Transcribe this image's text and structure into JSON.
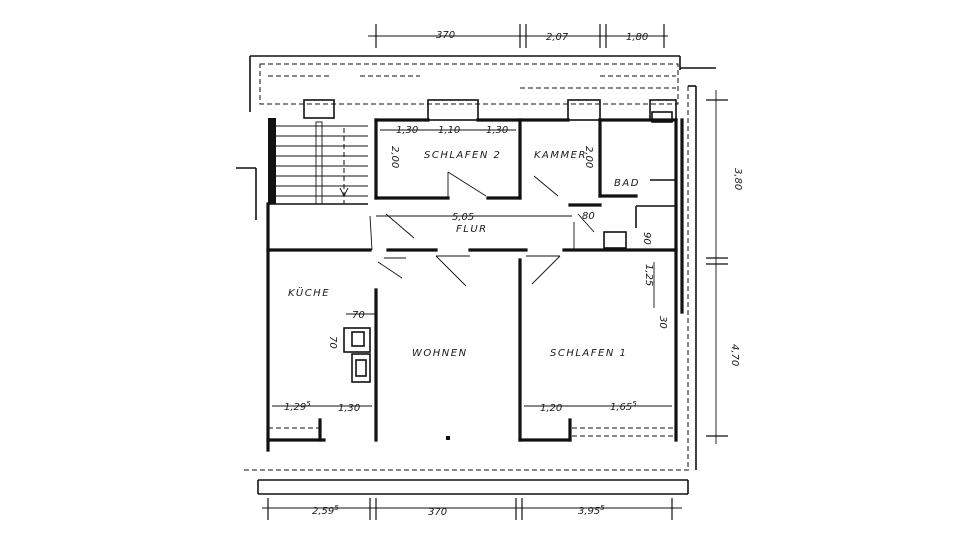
{
  "rooms": {
    "schlafen2": "SCHLAFEN 2",
    "kammer": "KAMMER",
    "bad": "BAD",
    "flur": "FLUR",
    "kueche": "KÜCHE",
    "wohnen": "WOHNEN",
    "schlafen1": "SCHLAFEN 1"
  },
  "dimensions": {
    "top_1": "370",
    "top_2": "2,07",
    "top_3": "1,80",
    "bottom_1": "2,59",
    "bottom_1_sup": "5",
    "bottom_2": "370",
    "bottom_3": "3,95",
    "bottom_3_sup": "5",
    "right_1": "3,80",
    "right_2": "4,70",
    "flur_width": "5,05",
    "win_1": "1,30",
    "win_2": "1,10",
    "win_3": "1,30",
    "s2_height": "2,00",
    "kammer_side": "2,00",
    "bad_door": "80",
    "bad_side": "90",
    "right_wall_1": "1,25",
    "right_wall_2": "30",
    "kueche_70": "70",
    "kueche_side": "70",
    "kueche_w1": "1,29",
    "kueche_w1_sup": "5",
    "kueche_w2": "1,30",
    "s1_w1": "1,20",
    "s1_w2": "1,65",
    "s1_w2_sup": "5"
  }
}
